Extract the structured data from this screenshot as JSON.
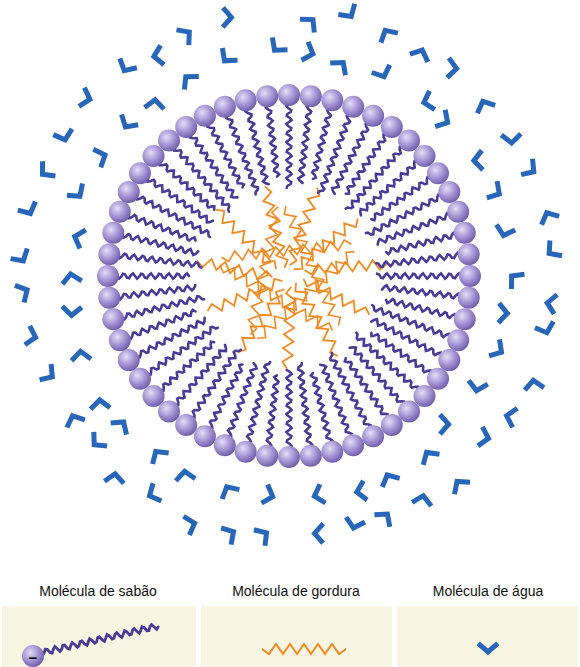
{
  "diagram": {
    "labels": [
      "−"
    ],
    "legend": [
      {
        "text": "Molécula de sabão"
      },
      {
        "text": "Molécula de gordura"
      },
      {
        "text": "Molécula de água"
      }
    ]
  }
}
